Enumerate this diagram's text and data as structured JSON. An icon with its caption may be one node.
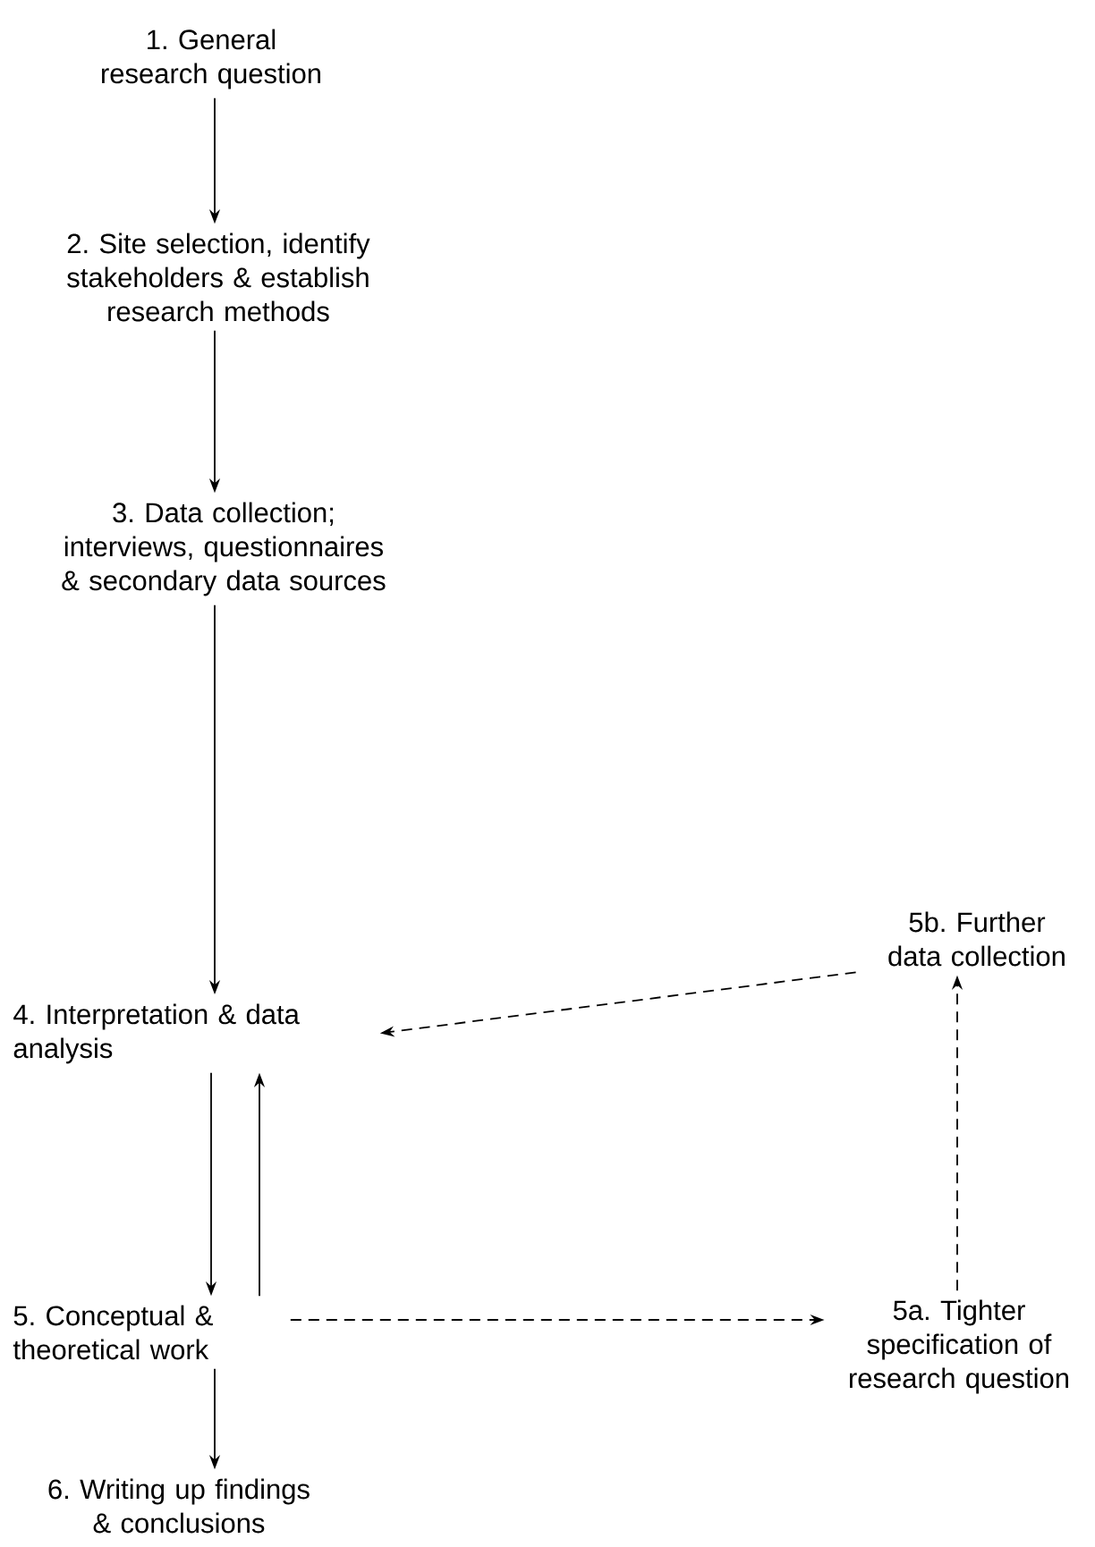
{
  "diagram": {
    "nodes": [
      {
        "text": [
          "1. General research question"
        ]
      },
      {
        "text": [
          "2. Site selection, identify stakeholders & establish research methods"
        ]
      },
      {
        "text": [
          "3. Data collection; interviews, questionnaires & secondary data sources"
        ]
      },
      {
        "text": [
          "4. Interpretation & data analysis"
        ]
      },
      {
        "text": [
          "5. Conceptual & theoretical work"
        ]
      },
      {
        "text": [
          "6. Writing up findings & conclusions"
        ]
      },
      {
        "text": [
          "5a. Tighter specification of research question"
        ]
      },
      {
        "text": [
          "5b. Further data collection"
        ]
      }
    ],
    "edges": [
      {
        "from": 0,
        "to": 1,
        "arrow": "to"
      },
      {
        "from": 1,
        "to": 2,
        "arrow": "to"
      },
      {
        "from": 2,
        "to": 3,
        "arrow": "to"
      },
      {
        "from": 3,
        "to": 4,
        "arrow": "to"
      },
      {
        "from": 4,
        "to": 3,
        "arrow": "to"
      },
      {
        "from": 4,
        "to": 5,
        "arrow": "to"
      },
      {
        "from": 4,
        "to": 6,
        "arrow": "to",
        "style": "dashed"
      },
      {
        "from": 6,
        "to": 7,
        "arrow": "to",
        "style": "dashed"
      },
      {
        "from": 7,
        "to": 3,
        "arrow": "to",
        "style": "dashed"
      }
    ]
  }
}
